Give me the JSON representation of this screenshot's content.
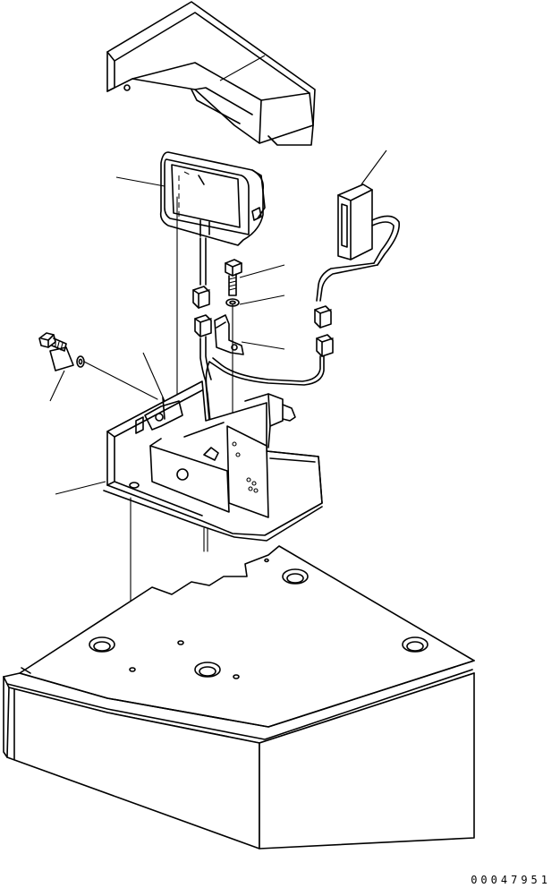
{
  "drawing": {
    "drawing_number": "00047951",
    "callouts": [
      {
        "id": "cover",
        "label": ""
      },
      {
        "id": "work-lamp",
        "label": ""
      },
      {
        "id": "relay",
        "label": ""
      },
      {
        "id": "bolt",
        "label": ""
      },
      {
        "id": "washer",
        "label": ""
      },
      {
        "id": "clamp",
        "label": ""
      },
      {
        "id": "bolt-left",
        "label": ""
      },
      {
        "id": "bracket-tab",
        "label": ""
      },
      {
        "id": "lamp-bracket",
        "label": ""
      }
    ]
  }
}
